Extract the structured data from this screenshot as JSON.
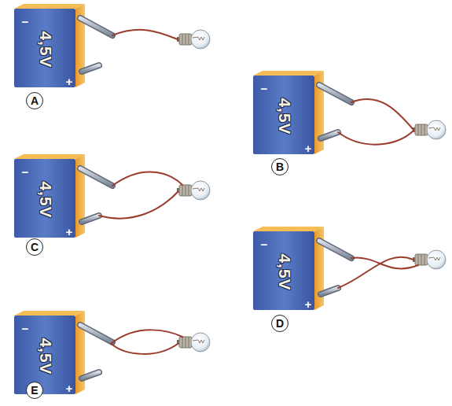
{
  "diagram": {
    "labels": [
      "−",
      "4,5V",
      "+",
      "A",
      "−",
      "4,5V",
      "+",
      "B",
      "−",
      "4,5V",
      "+",
      "C",
      "−",
      "4,5V",
      "+",
      "D",
      "−",
      "4,5V",
      "+",
      "E"
    ]
  }
}
